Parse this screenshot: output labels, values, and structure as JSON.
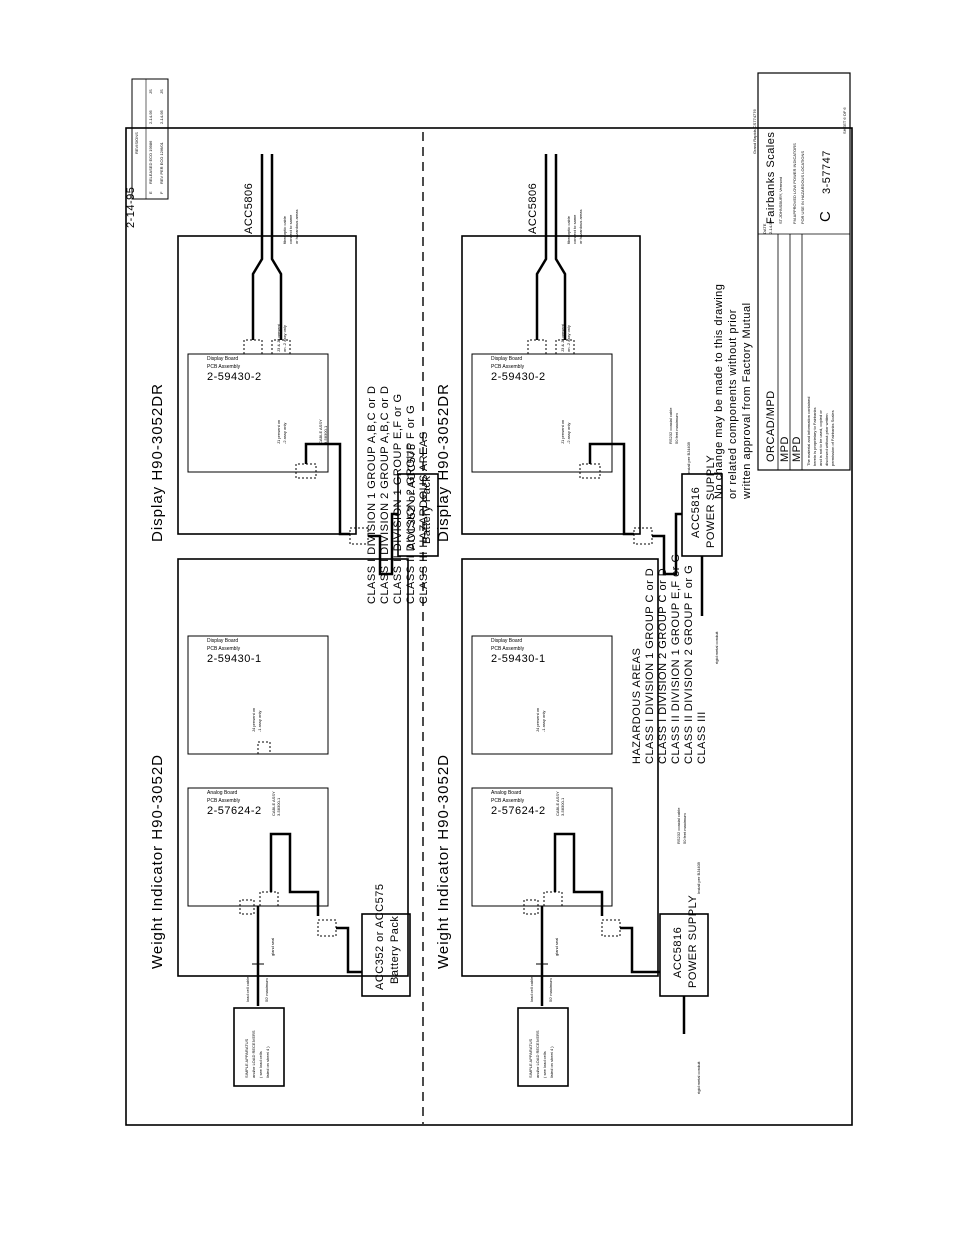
{
  "revision_date": "2-14-95",
  "revisions": {
    "header": "REVISIONS",
    "rows": [
      {
        "rev": "E",
        "text": "RELEASED ECO 19986",
        "date": "2-14-95",
        "by": "JS"
      },
      {
        "rev": "F",
        "text": "REV PER ECO 12/6/01",
        "date": "2-14-95",
        "by": "JS"
      }
    ]
  },
  "top": {
    "indicator_title": "Weight Indicator  H90-3052D",
    "display_title": "Display  H90-3052DR",
    "analog_board": {
      "name": "Analog Board",
      "pcb": "PCB Assembly",
      "part": "2-57624-2"
    },
    "display_board_1": {
      "name": "Display Board",
      "pcb": "PCB Assembly",
      "part": "2-59430-1"
    },
    "display_board_2": {
      "name": "Display Board",
      "pcb": "PCB Assembly",
      "part": "2-59430-2"
    },
    "simple_apparatus": [
      "SIMPLE APPARATUS",
      "and/or LOAD RECEIVERS",
      "( see load cells",
      "listed on sheet 4 )"
    ],
    "load_cell_cable": "load cell cable",
    "max_len": "50' maximum",
    "gland_seal": "gland seal",
    "cable_assy_1": [
      "CABLE ASSY",
      "3-58300-1"
    ],
    "cable_assy_2": [
      "CABLE ASSY",
      "3-58300-1"
    ],
    "j4_note": [
      "J4 present on",
      "-1 assy only"
    ],
    "j1_note": [
      "J1 present on",
      "-2 assy only"
    ],
    "j3j5_note": [
      "J3 & J5 present",
      "on -2 assy only"
    ],
    "fiber": [
      "fiber optic cable",
      "connect to same",
      "or hazardous areas"
    ],
    "acc5806": "ACC5806",
    "battery": [
      "ACC352 or ACC575",
      "Battery Pack"
    ],
    "classes": [
      "CLASS I   DIVISION 1  GROUP  A,B,C  or  D",
      "CLASS I   DIVISION 2  GROUP  A,B,C  or  D",
      "CLASS II  DIVISION 1  GROUP  E,F  or  G",
      "CLASS II  DIVISION 2  GROUP  F  or  G",
      "CLASS III                  HAZARDOUS  AREAS"
    ]
  },
  "bottom": {
    "indicator_title": "Weight Indicator  H90-3052D",
    "display_title": "Display  H90-3052DR",
    "power_supply": [
      "ACC5816",
      "POWER SUPPLY"
    ],
    "rs232": [
      "RS232 coaxial cable",
      "50 feet maximum"
    ],
    "install": "Install per BJ4409",
    "conduit": "rigid metal conduit",
    "hazard_heading": "HAZARDOUS  AREAS",
    "classes": [
      "CLASS I    DIVISION 1  GROUP  C  or  D",
      "CLASS I    DIVISION 2  GROUP  C  or  D",
      "CLASS II   DIVISION 1  GROUP  E,F  or  G",
      "CLASS II   DIVISION 2  GROUP  F  or  G",
      "CLASS III"
    ],
    "note": [
      "No change may be made to this drawing",
      "or related components without prior",
      "written approval from Factory Mutual"
    ]
  },
  "title_block": {
    "dr": "ORCAD/MPD",
    "ch": "MPD",
    "app": "MPD",
    "date_label": "DATE",
    "date": "2-14-95",
    "proprietary": [
      "The material and information contained",
      "herein is proprietary to Fairbanks",
      "and is not to be used, copied or",
      "disclosed without prior written",
      "permission of Fairbanks Scales"
    ],
    "company": "Fairbanks Scales",
    "city": "ST.JOHNSBURY, Vermont",
    "desc": [
      "FM APPROVED LOW POWER INDICATORS",
      "FOR USE IN HAZARDOUS LOCATIONS"
    ],
    "size": "C",
    "dwg_no": "3-57747",
    "sheet": "SHEET 6 OF 6",
    "grand": "Grand Rapids CS774776"
  }
}
